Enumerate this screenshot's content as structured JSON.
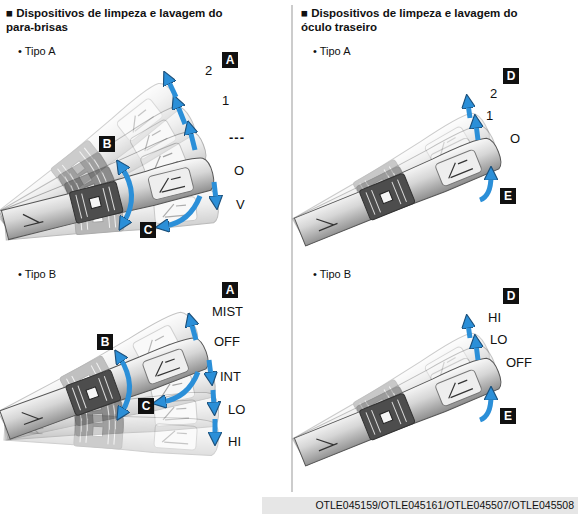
{
  "diagram": {
    "nodes": [
      {
        "text": [
          "A"
        ]
      },
      {
        "text": [
          "B"
        ]
      },
      {
        "text": [
          "C"
        ]
      },
      {
        "text": [
          "A"
        ]
      },
      {
        "text": [
          "B"
        ]
      },
      {
        "text": [
          "C"
        ]
      },
      {
        "text": [
          "D"
        ]
      },
      {
        "text": [
          "E"
        ]
      },
      {
        "text": [
          "D"
        ]
      },
      {
        "text": [
          "E"
        ]
      }
    ],
    "labels": [
      "■ Dispositivos de limpeza e lavagem do para-brisas",
      "■ Dispositivos de limpeza e lavagem do óculo traseiro",
      "• Tipo A",
      "2",
      "1",
      "---",
      "O",
      "V",
      "• Tipo B",
      "MIST",
      "OFF",
      "INT",
      "LO",
      "HI",
      "• Tipo A",
      "2",
      "1",
      "O",
      "• Tipo B",
      "HI",
      "LO",
      "OFF",
      "OTLE045159/OTLE045161/OTLE045507/OTLE045508"
    ]
  }
}
